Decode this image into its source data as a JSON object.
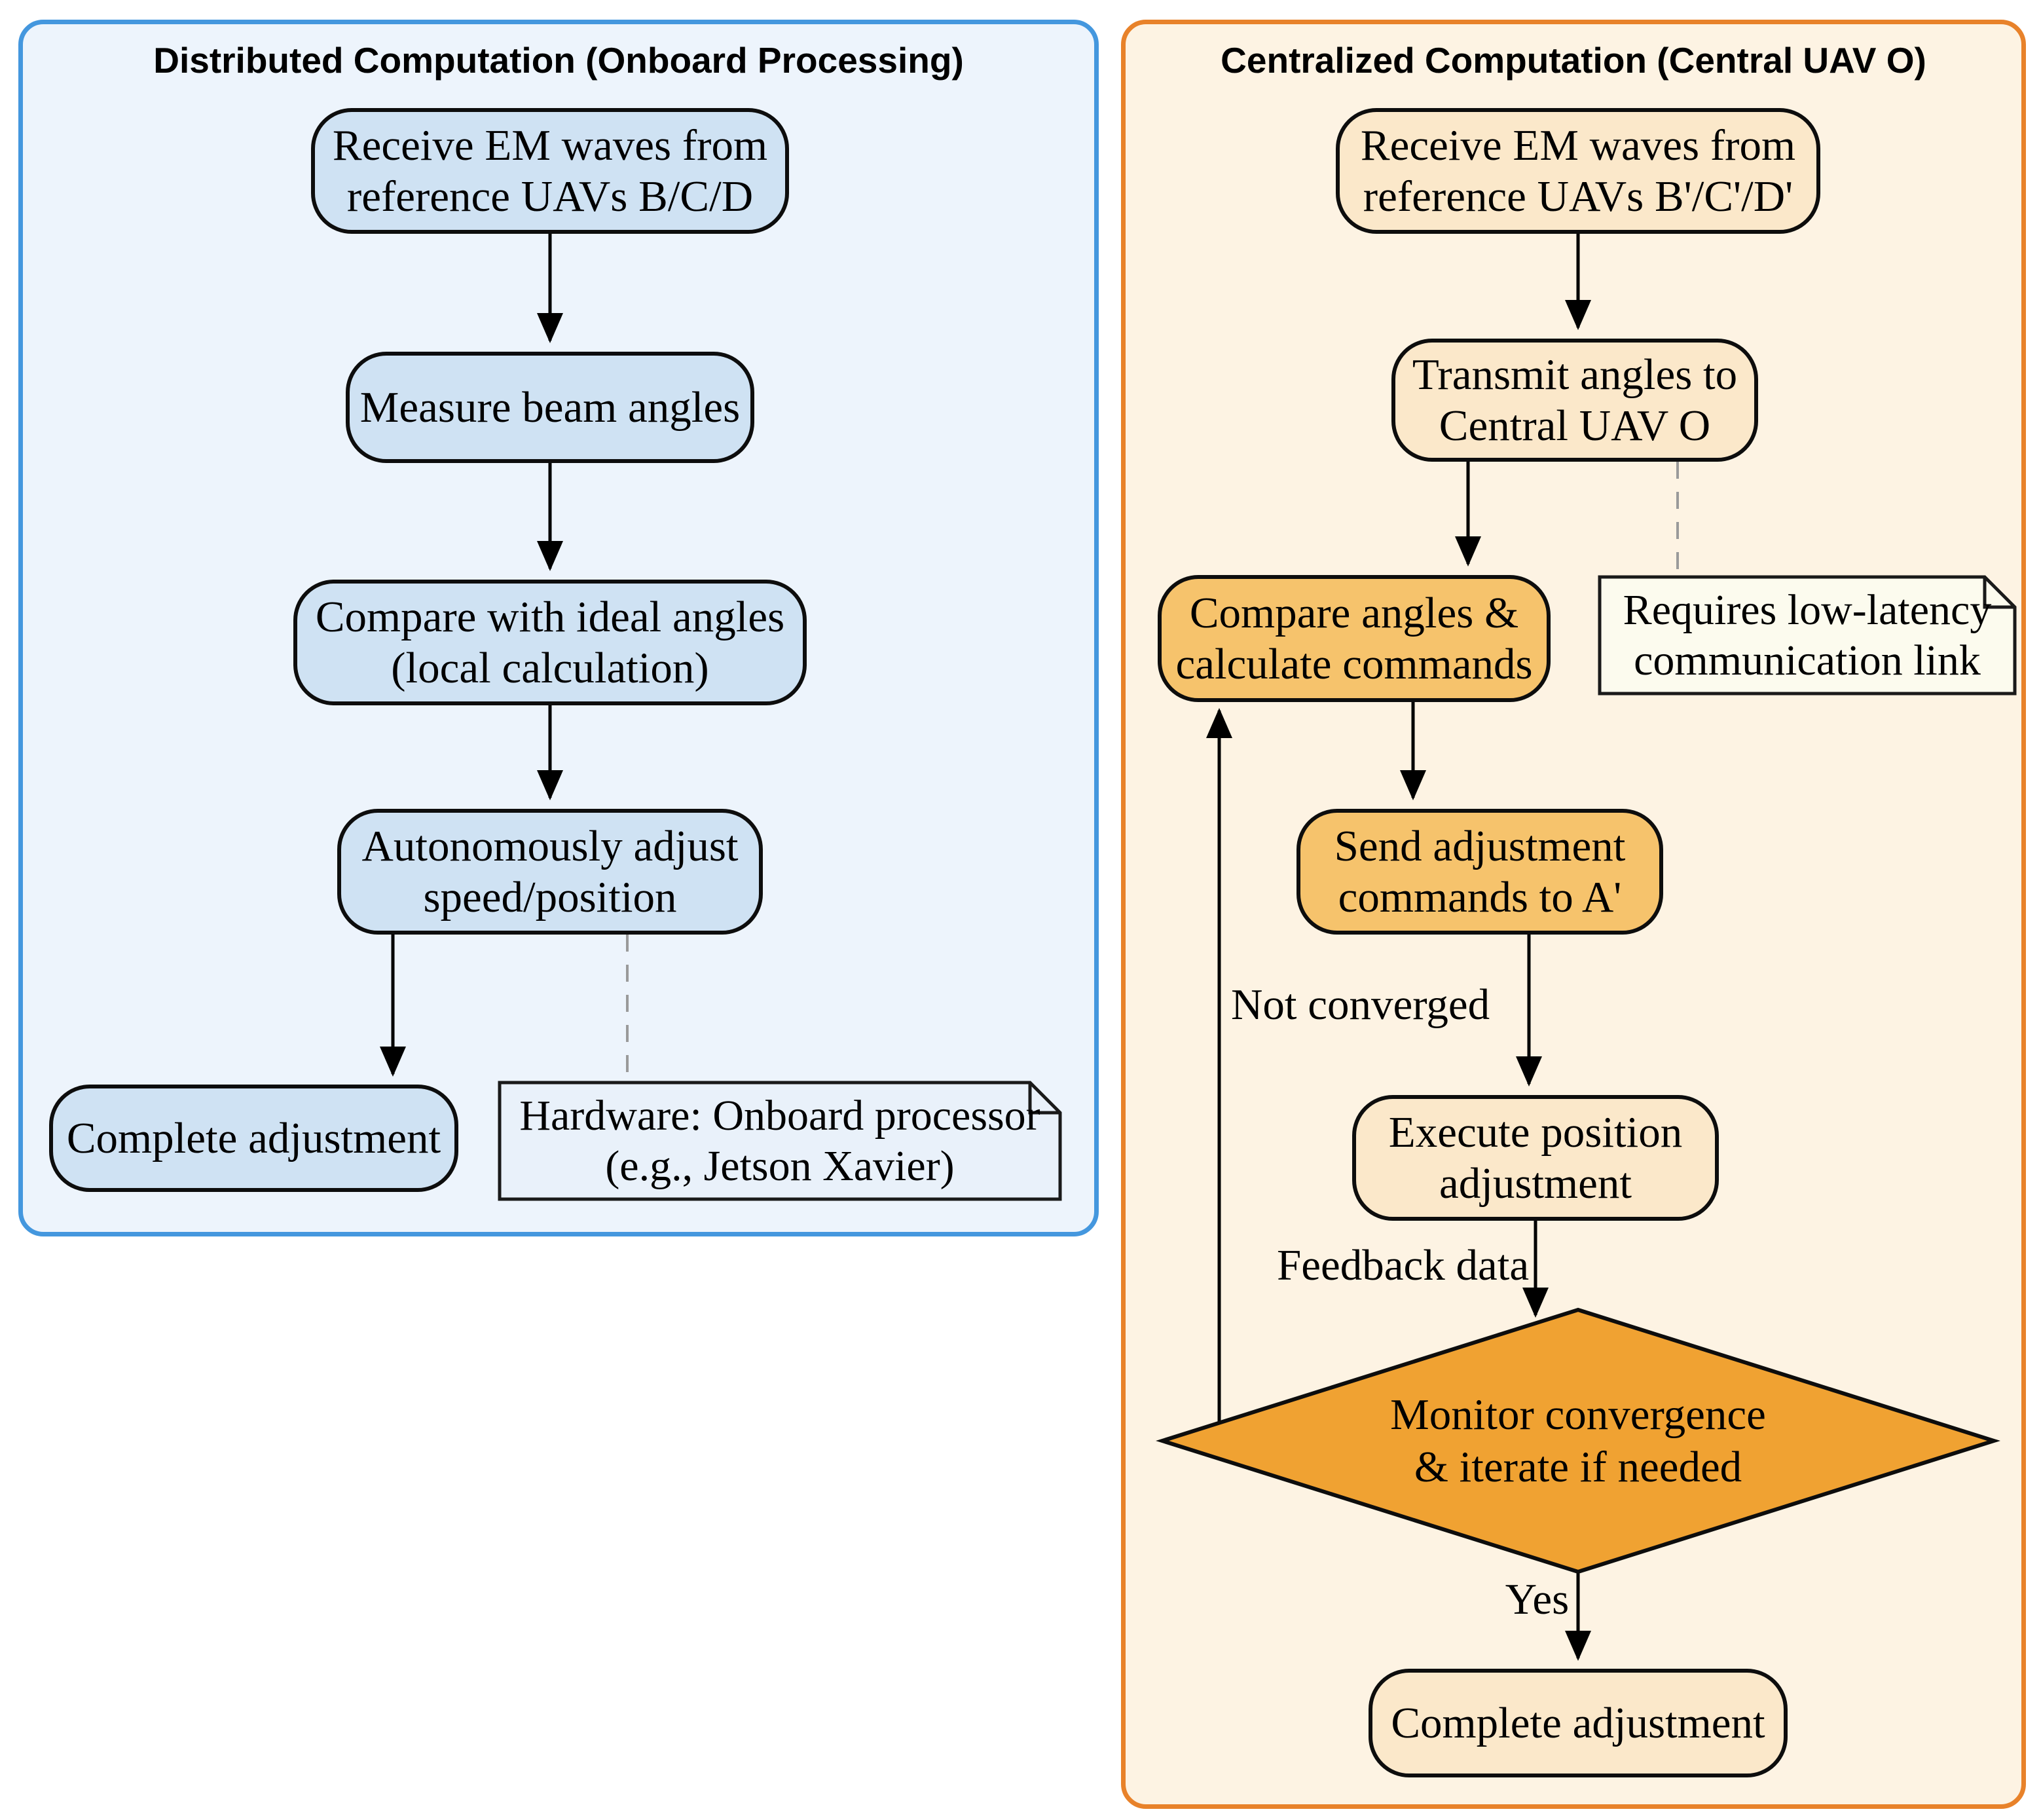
{
  "figure": {
    "type": "flowchart-comparison",
    "left_panel": {
      "title": "Distributed Computation (Onboard Processing)",
      "nodes": {
        "receive": "Receive EM waves from\nreference UAVs B/C/D",
        "measure": "Measure beam angles",
        "compare": "Compare with ideal angles\n(local calculation)",
        "adjust": "Autonomously adjust\nspeed/position",
        "complete": "Complete adjustment"
      },
      "note": "Hardware: Onboard processor\n(e.g., Jetson Xavier)",
      "colors": {
        "border": "#4497de",
        "background": "#edf4fc",
        "node_fill": "#cfe2f3",
        "note_fill": "#e9f1fa"
      }
    },
    "right_panel": {
      "title": "Centralized Computation (Central UAV O)",
      "nodes": {
        "receive": "Receive EM waves from\nreference UAVs B'/C'/D'",
        "transmit": "Transmit angles to\nCentral UAV O",
        "compare": "Compare angles &\ncalculate commands",
        "send": "Send adjustment\ncommands to A'",
        "execute": "Execute position\nadjustment",
        "decision": "Monitor convergence\n& iterate if needed",
        "complete": "Complete adjustment"
      },
      "note": "Requires low-latency\ncommunication link",
      "edge_labels": {
        "not_converged": "Not converged",
        "feedback": "Feedback data",
        "yes": "Yes"
      },
      "colors": {
        "border": "#e8822a",
        "background": "#fdf3e3",
        "node_fill": "#fbe8ca",
        "emphasis_fill": "#f6c36c",
        "diamond_fill": "#f0a232",
        "note_fill": "#fcfbee"
      }
    },
    "edge_color": "#000000",
    "dashed_color": "#9a9a9a"
  }
}
